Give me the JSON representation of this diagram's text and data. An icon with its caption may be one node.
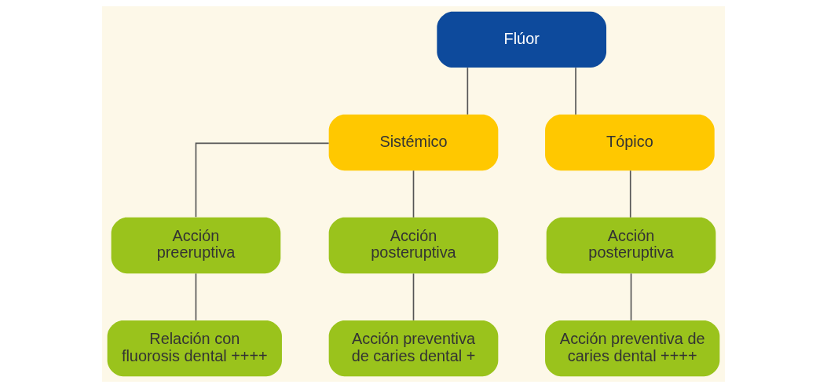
{
  "diagram": {
    "nodes": [
      {
        "text": [
          "Flúor"
        ]
      },
      {
        "text": [
          "Sistémico"
        ]
      },
      {
        "text": [
          "Tópico"
        ]
      },
      {
        "text": [
          "Acción preeruptiva"
        ]
      },
      {
        "text": [
          "Acción posteruptiva"
        ]
      },
      {
        "text": [
          "Acción posteruptiva"
        ]
      },
      {
        "text": [
          "Relación con fluorosis dental ++++"
        ]
      },
      {
        "text": [
          "Acción preventiva de caries dental +"
        ]
      },
      {
        "text": [
          "Acción preventiva de caries dental ++++"
        ]
      }
    ],
    "edges": [
      {
        "from": 0,
        "to": 1,
        "arrow": "none"
      },
      {
        "from": 0,
        "to": 2,
        "arrow": "none"
      },
      {
        "from": 1,
        "to": 3,
        "arrow": "none"
      },
      {
        "from": 1,
        "to": 4,
        "arrow": "none"
      },
      {
        "from": 2,
        "to": 5,
        "arrow": "none"
      },
      {
        "from": 3,
        "to": 6,
        "arrow": "none"
      },
      {
        "from": 4,
        "to": 7,
        "arrow": "none"
      },
      {
        "from": 5,
        "to": 8,
        "arrow": "none"
      }
    ]
  }
}
